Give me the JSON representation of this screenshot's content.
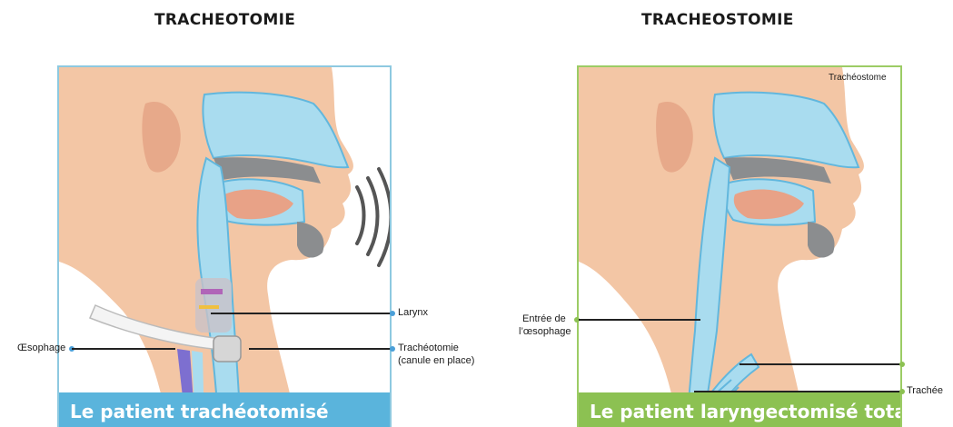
{
  "titles": {
    "left": "TRACHEOTOMIE",
    "right": "TRACHEOSTOMIE"
  },
  "left_panel": {
    "banner": "Le patient trachéotomisé",
    "labels": {
      "larynx": "Larynx",
      "tracheotomie_line1": "Trachéotomie",
      "tracheotomie_line2": "(canule en place)",
      "oesophage": "Œsophage"
    }
  },
  "right_panel": {
    "banner": "Le patient laryngectomisé total",
    "labels": {
      "tracheostome": "Trachéostome",
      "entree_line1": "Entrée de",
      "entree_line2": "l’œsophage",
      "trachee": "Trachée"
    }
  },
  "colors": {
    "left_border": "#8ec9e0",
    "left_banner": "#5ab4dc",
    "right_border": "#9ccc65",
    "right_banner": "#8cc152",
    "skin": "#f3c6a5",
    "skin_shadow": "#e7a98a",
    "airway": "#a9dcef",
    "airway_outline": "#62b7dd",
    "dark_cavity": "#8b8d8f",
    "tongue": "#e8a287",
    "annotation_dot_left": "#4a9fd8",
    "annotation_dot_right": "#8cc152"
  }
}
